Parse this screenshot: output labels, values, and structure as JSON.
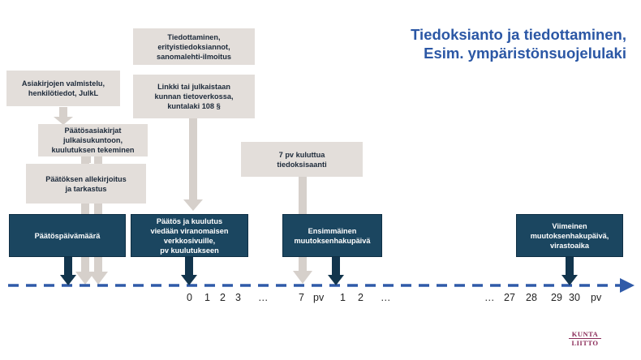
{
  "title": {
    "line1": "Tiedoksianto ja tiedottaminen,",
    "line2": "Esim. ympäristönsuojelulaki"
  },
  "grey_boxes": {
    "asiakirjojen": [
      "Asiakirjojen valmistelu,",
      "henkilötiedot, JulkL"
    ],
    "paatosasiakirjat": [
      "Päätösasiakirjat",
      "julkaisukuntoon,",
      "kuulutuksen tekeminen"
    ],
    "allekirjoitus": [
      "Päätöksen allekirjoitus",
      "ja tarkastus"
    ],
    "tiedottaminen": [
      "Tiedottaminen,",
      "erityistiedoksiannot,",
      "sanomalehti-ilmoitus"
    ],
    "linkki": [
      "Linkki tai julkaistaan",
      "kunnan tietoverkossa,",
      "kuntalaki 108 §"
    ],
    "seitseman_pv": [
      "7 pv kuluttua",
      "tiedoksisaanti"
    ]
  },
  "blue_boxes": {
    "paatospaivamaara": [
      "Päätöspäivämäärä"
    ],
    "paatos_kuulutus": [
      "Päätös ja kuulutus",
      "viedään viranomaisen",
      "verkkosivuille,",
      "pv kuulutukseen"
    ],
    "ensimmainen": [
      "Ensimmäinen",
      "muutoksenhakupäivä"
    ],
    "viimeinen": [
      "Viimeinen",
      "muutoksenhakupäivä,",
      "virastoaika"
    ]
  },
  "timeline_ticks": {
    "t0": "0",
    "t1": "1",
    "t2": "2",
    "t3": "3",
    "dots1": "…",
    "t7": "7",
    "pv1": "pv",
    "r1": "1",
    "r2": "2",
    "dots2": "…",
    "dots3": "…",
    "t27": "27",
    "t28": "28",
    "t29": "29",
    "t30": "30",
    "pv2": "pv"
  },
  "logo": {
    "line1": "KUNTA",
    "line2": "LIITTO"
  },
  "colors": {
    "title": "#2b57a5",
    "grey_box": "#e3deda",
    "blue_box": "#1b4660",
    "timeline": "#2f5aa8",
    "grey_arrow": "#d6d0cb",
    "logo": "#8a2a58"
  }
}
